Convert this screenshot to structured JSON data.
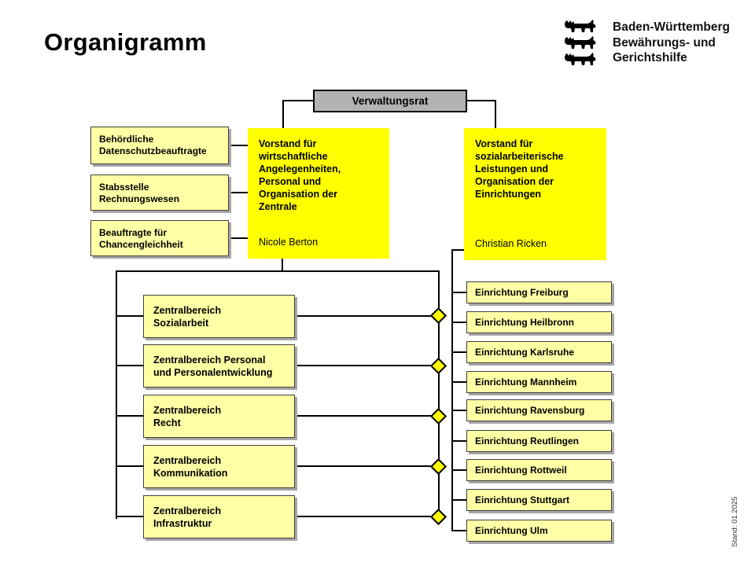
{
  "page": {
    "title": "Organigramm",
    "stand_label": "Stand: 01.2025"
  },
  "brand": {
    "logo_icon": "baden-wuerttemberg-three-lions",
    "name_line1": "Baden-Württemberg",
    "name_line2": "Bewährungs- und",
    "name_line3": "Gerichtshilfe"
  },
  "org": {
    "board": {
      "label": "Verwaltungsrat"
    },
    "vorstand_left": {
      "title": "Vorstand für wirtschaftliche Angelegenheiten, Personal und Organisation der Zentrale",
      "person": "Nicole Berton"
    },
    "vorstand_right": {
      "title": "Vorstand für sozialarbeiterische Leistungen und Organisation der Einrichtungen",
      "person": "Christian Ricken"
    },
    "staff_units": [
      "Behördliche\nDatenschutzbeauftragte",
      "Stabsstelle\nRechnungswesen",
      "Beauftragte für\nChancengleichheit"
    ],
    "zentralbereiche": [
      "Zentralbereich\nSozialarbeit",
      "Zentralbereich Personal\nund Personalentwicklung",
      "Zentralbereich\nRecht",
      "Zentralbereich\nKommunikation",
      "Zentralbereich\nInfrastruktur"
    ],
    "einrichtungen": [
      "Einrichtung Freiburg",
      "Einrichtung Heilbronn",
      "Einrichtung Karlsruhe",
      "Einrichtung Mannheim",
      "Einrichtung Ravensburg",
      "Einrichtung Reutlingen",
      "Einrichtung Rottweil",
      "Einrichtung Stuttgart",
      "Einrichtung Ulm"
    ]
  },
  "colors": {
    "highlight_yellow": "#ffff00",
    "light_yellow": "#ffffa6",
    "gray_box": "#b3b3b3",
    "line": "#000000"
  }
}
